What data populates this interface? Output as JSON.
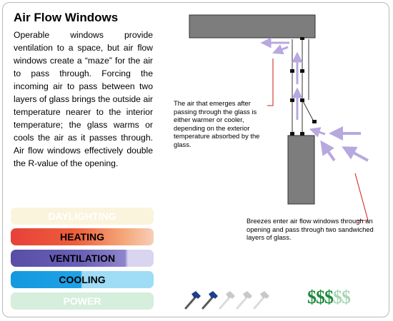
{
  "title": "Air Flow Windows",
  "description": "Operable windows provide ventilation to a space, but air flow windows create a “maze” for the air to pass through. Forcing the incoming air to pass between two layers of glass brings the outside air temperature nearer to the interior temperature; the glass warms or cools the air as it passes through.  Air flow windows effectively double the R-value of the opening.",
  "notes": {
    "top": "The air that emerges after passing through the glass is either warmer or cooler, depending on the exterior temperature absorbed by the glass.",
    "bottom": "Breezes enter air flow windows through an opening and pass through two sandwiched layers of glass."
  },
  "categories": [
    {
      "label": "DAYLIGHTING",
      "level": 0
    },
    {
      "label": "HEATING",
      "level": 1.0
    },
    {
      "label": "VENTILATION",
      "level": 0.83
    },
    {
      "label": "COOLING",
      "level": 0.5
    },
    {
      "label": "POWER",
      "level": 0
    }
  ],
  "cost_rating": {
    "icon": "hammer-icon",
    "value": 2,
    "max": 5
  },
  "savings_rating": {
    "symbol": "$",
    "value": 3,
    "max": 5
  },
  "colors": {
    "dollar_active": "#1a8a3a",
    "dollar_inactive": "#a7d7b4",
    "hammer_active": "#1f3d8a",
    "hammer_inactive": "#c8c8c8"
  }
}
